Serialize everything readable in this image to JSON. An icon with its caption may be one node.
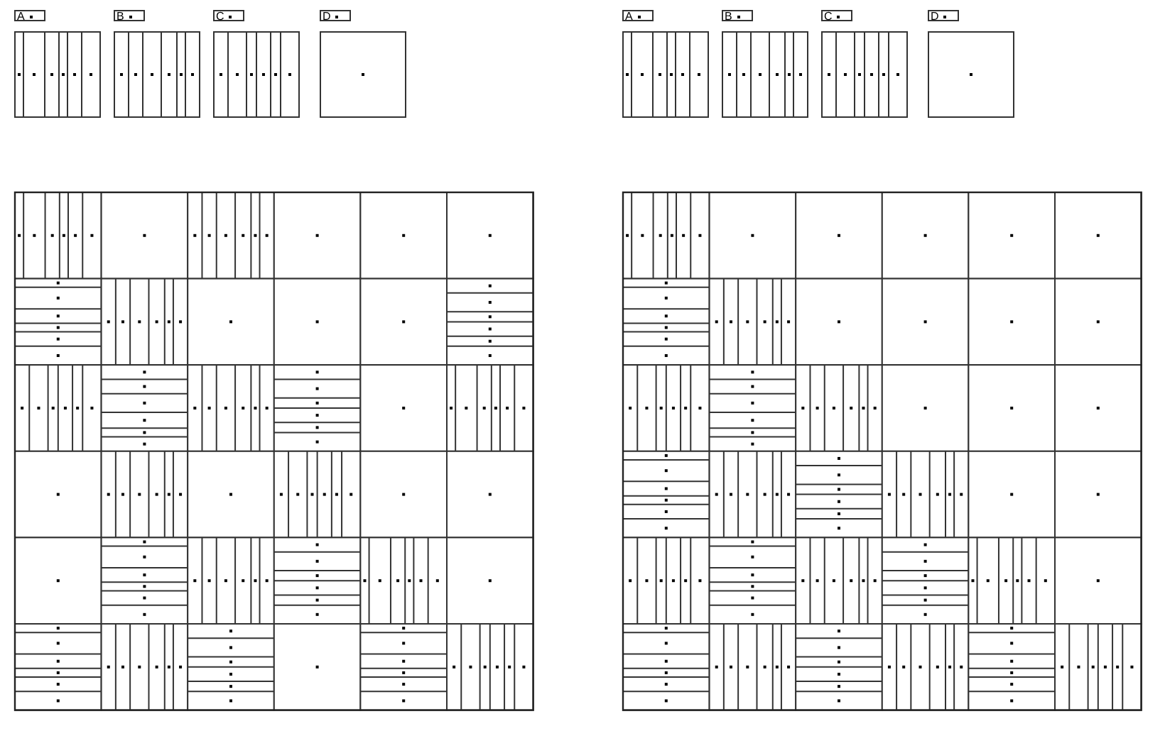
{
  "diagram": {
    "labels": [
      "A",
      "B",
      "C",
      "D",
      "A",
      "B",
      "C",
      "D"
    ]
  }
}
